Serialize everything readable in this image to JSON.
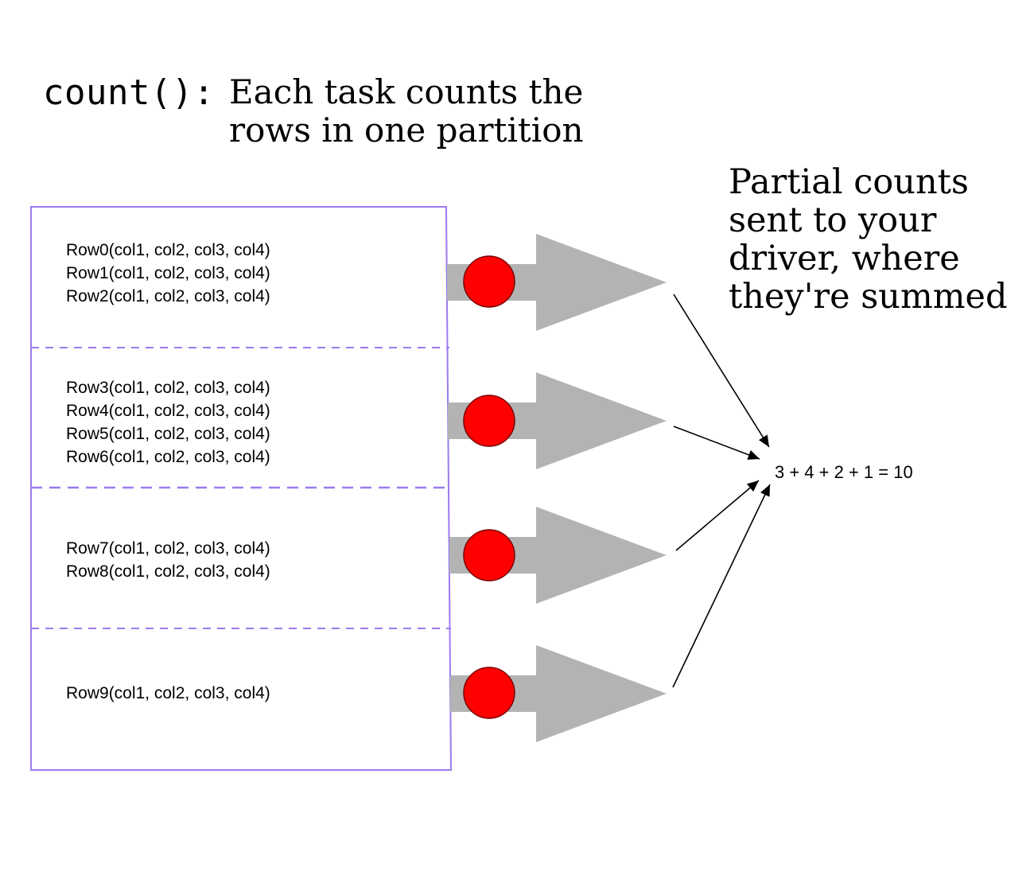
{
  "heading": {
    "code": "count():",
    "text_line1": "Each task counts the",
    "text_line2": "rows in one partition"
  },
  "note": {
    "line1": "Partial counts",
    "line2": "sent to your",
    "line3": "driver, where",
    "line4": "they're summed"
  },
  "partitions": [
    {
      "rows": [
        "Row0(col1, col2, col3, col4)",
        "Row1(col1, col2, col3, col4)",
        "Row2(col1, col2, col3, col4)"
      ]
    },
    {
      "rows": [
        "Row3(col1, col2, col3, col4)",
        "Row4(col1, col2, col3, col4)",
        "Row5(col1, col2, col3, col4)",
        "Row6(col1, col2, col3, col4)"
      ]
    },
    {
      "rows": [
        "Row7(col1, col2, col3, col4)",
        "Row8(col1, col2, col3, col4)"
      ]
    },
    {
      "rows": [
        "Row9(col1, col2, col3, col4)"
      ]
    }
  ],
  "sum_expression": "3 + 4 + 2 + 1 = 10",
  "colors": {
    "partition_border": "#9b7bf0",
    "task_dot": "#ff0000",
    "flow_arrow": "#b3b3b3",
    "connector": "#000000"
  }
}
